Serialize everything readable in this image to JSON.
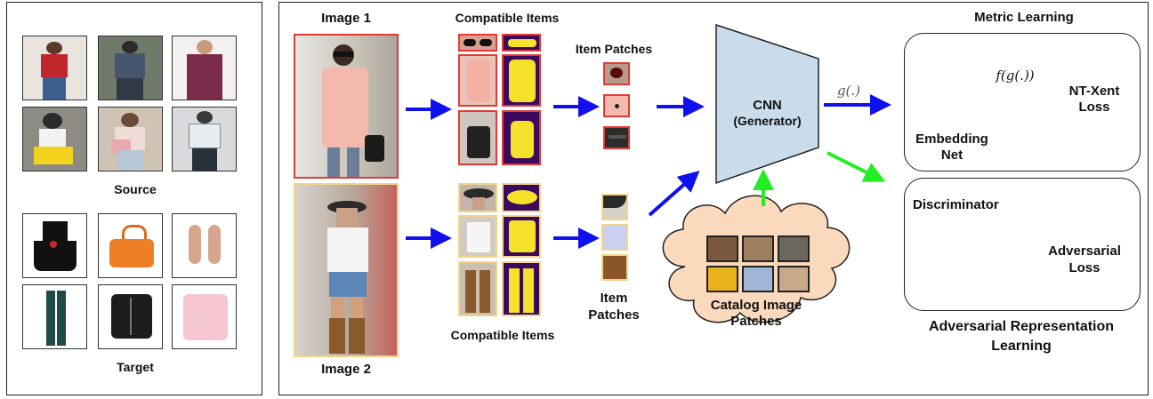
{
  "source_panel": {
    "source_label": "Source",
    "target_label": "Target"
  },
  "images": {
    "image1_label": "Image 1",
    "image2_label": "Image 2"
  },
  "compatible": {
    "top_label": "Compatible Items",
    "bottom_label": "Compatible Items"
  },
  "patches": {
    "top_label": "Item Patches",
    "bottom_label_line1": "Item",
    "bottom_label_line2": "Patches"
  },
  "generator": {
    "title": "CNN",
    "subtitle": "(Generator)",
    "g_label": "g(.)"
  },
  "catalog": {
    "line1": "Catalog Image",
    "line2": "Patches"
  },
  "metric": {
    "section_title": "Metric Learning",
    "net_line1": "Embedding",
    "net_line2": "Net",
    "f_label": "f(g(.))",
    "loss_line1": "NT-Xent",
    "loss_line2": "Loss"
  },
  "adversarial": {
    "discriminator_label": "Discriminator",
    "loss_line1": "Adversarial",
    "loss_line2": "Loss",
    "section_line1": "Adversarial Representation",
    "section_line2": "Learning"
  },
  "colors": {
    "blue_arrow": "#1010ee",
    "green_arrow": "#22ee22",
    "red_frame": "#e53935",
    "yellow_frame": "#f2d58a",
    "generator_fill": "#c9dceb",
    "embedding_fill": "#3f7ec9",
    "discriminator_fill": "#5fa550",
    "cloud_fill": "#fbd9bd",
    "mask_purple": "#3b0a5e",
    "mask_yellow": "#f5e02a"
  }
}
